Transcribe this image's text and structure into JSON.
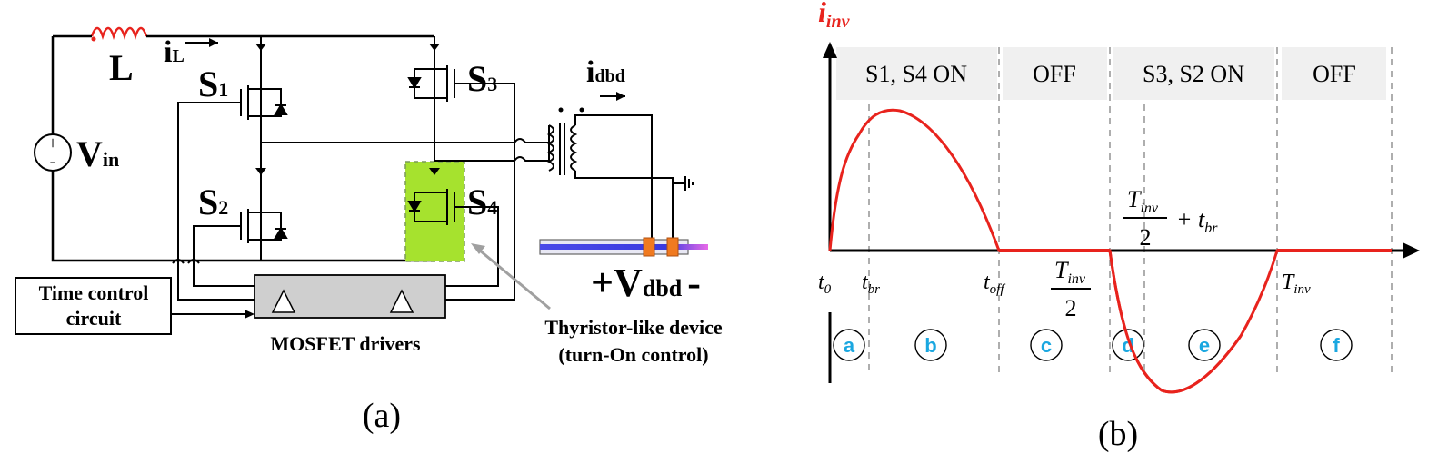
{
  "panel_a": {
    "caption": "(a)",
    "inductor_label": "L",
    "current_label": {
      "main": "i",
      "sub": "L"
    },
    "source_label": {
      "main": "V",
      "sub": "in"
    },
    "switches": [
      {
        "main": "S",
        "sub": "1"
      },
      {
        "main": "S",
        "sub": "2"
      },
      {
        "main": "S",
        "sub": "3"
      },
      {
        "main": "S",
        "sub": "4"
      }
    ],
    "dbd_current": {
      "main": "i",
      "sub": "dbd"
    },
    "dbd_voltage": {
      "plus": "+",
      "main": "V",
      "sub": "dbd",
      "minus": "-"
    },
    "time_control_box": [
      "Time control",
      "circuit"
    ],
    "drivers_label": "MOSFET drivers",
    "thyristor_note": [
      "Thyristor-like device",
      "(turn-On control)"
    ],
    "colors": {
      "inductor": "#e8231d",
      "highlight": "#a6e22e",
      "electrode": "#f07a20",
      "tube_core": "#4a4ae8",
      "tube_end": "#e86ae8",
      "arrow": "#a0a0a0"
    }
  },
  "panel_b": {
    "caption": "(b)",
    "y_axis_label": {
      "main": "i",
      "sub": "inv"
    },
    "phase_labels": [
      "S1, S4 ON",
      "OFF",
      "S3, S2 ON",
      "OFF"
    ],
    "time_ticks": [
      {
        "main": "t",
        "sub": "0"
      },
      {
        "main": "t",
        "sub": "br"
      },
      {
        "main": "t",
        "sub": "off"
      },
      {
        "num": "T",
        "num_sub": "inv",
        "den": "2"
      },
      {
        "main": "T",
        "sub": "inv"
      }
    ],
    "annotation": {
      "num": "T",
      "num_sub": "inv",
      "den": "2",
      "plus": "+ t",
      "sub": "br"
    },
    "intervals": [
      "a",
      "b",
      "c",
      "d",
      "e",
      "f"
    ],
    "colors": {
      "waveform": "#e8231d",
      "interval_text": "#1aa7e0",
      "phase_bg": "#f0f0f0",
      "grid": "#9a9a9a"
    }
  }
}
